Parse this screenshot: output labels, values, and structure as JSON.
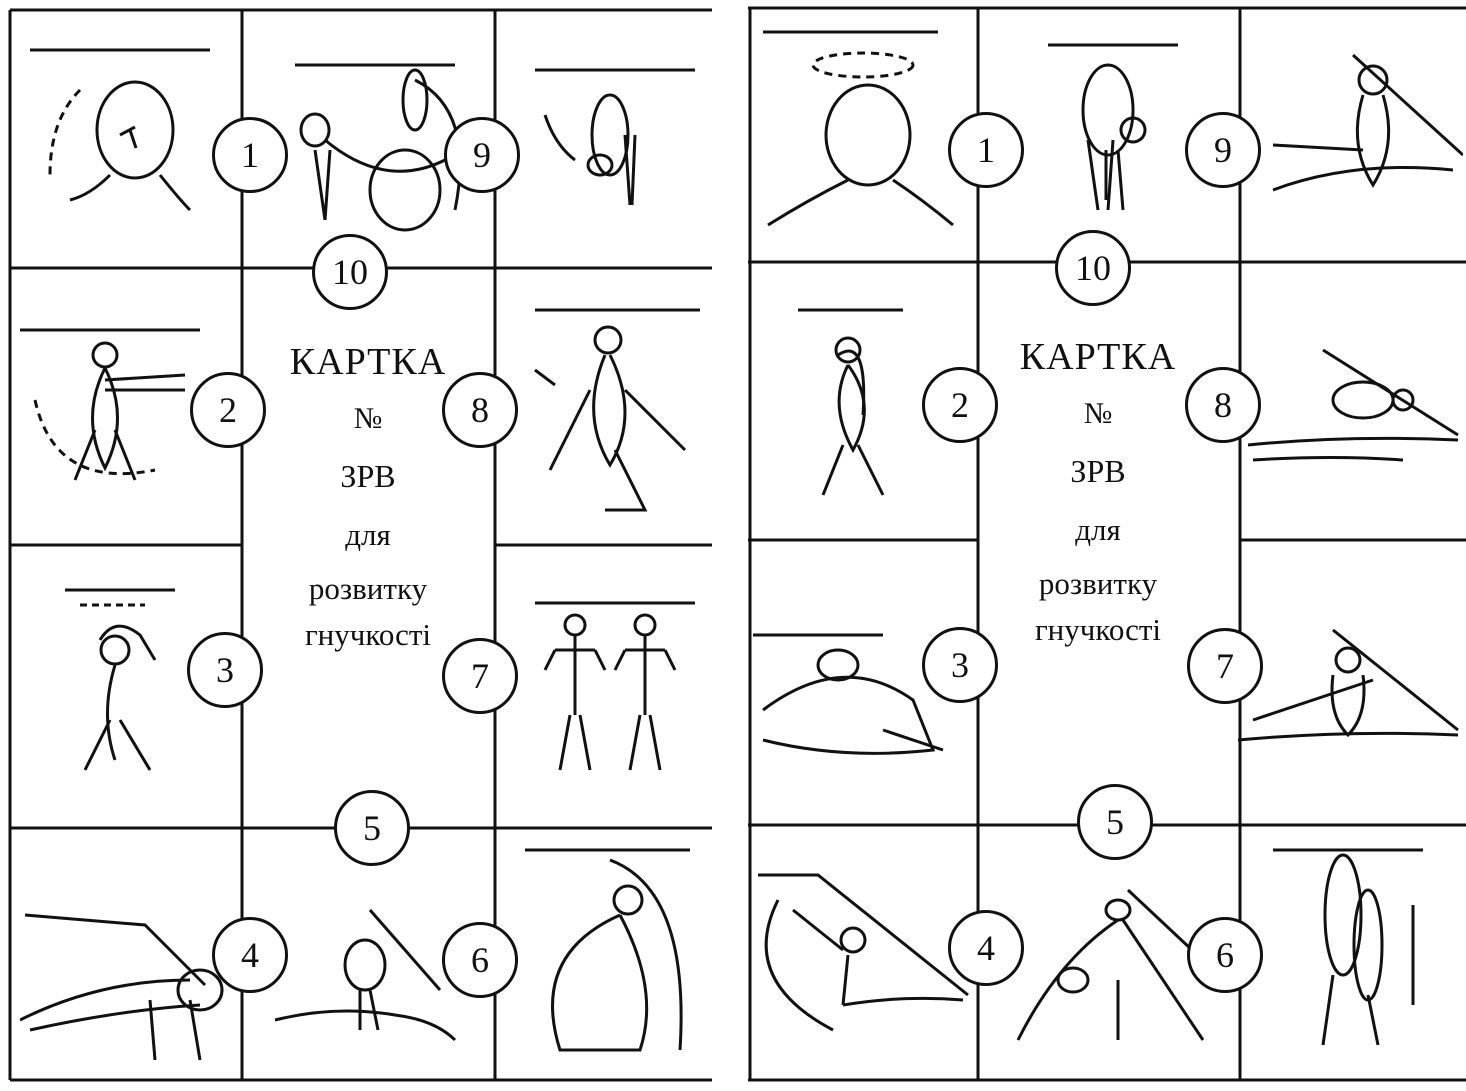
{
  "cards": [
    {
      "title": "КАРТКА",
      "number_sign": "№",
      "subject": "ЗРВ",
      "line1": "для",
      "line2": "розвитку",
      "line3": "гнучкості",
      "exercises": [
        "1",
        "2",
        "3",
        "4",
        "5",
        "6",
        "7",
        "8",
        "9",
        "10"
      ]
    },
    {
      "title": "КАРТКА",
      "number_sign": "№",
      "subject": "ЗРВ",
      "line1": "для",
      "line2": "розвитку",
      "line3": "гнучкості",
      "exercises": [
        "1",
        "2",
        "3",
        "4",
        "5",
        "6",
        "7",
        "8",
        "9",
        "10"
      ]
    }
  ]
}
